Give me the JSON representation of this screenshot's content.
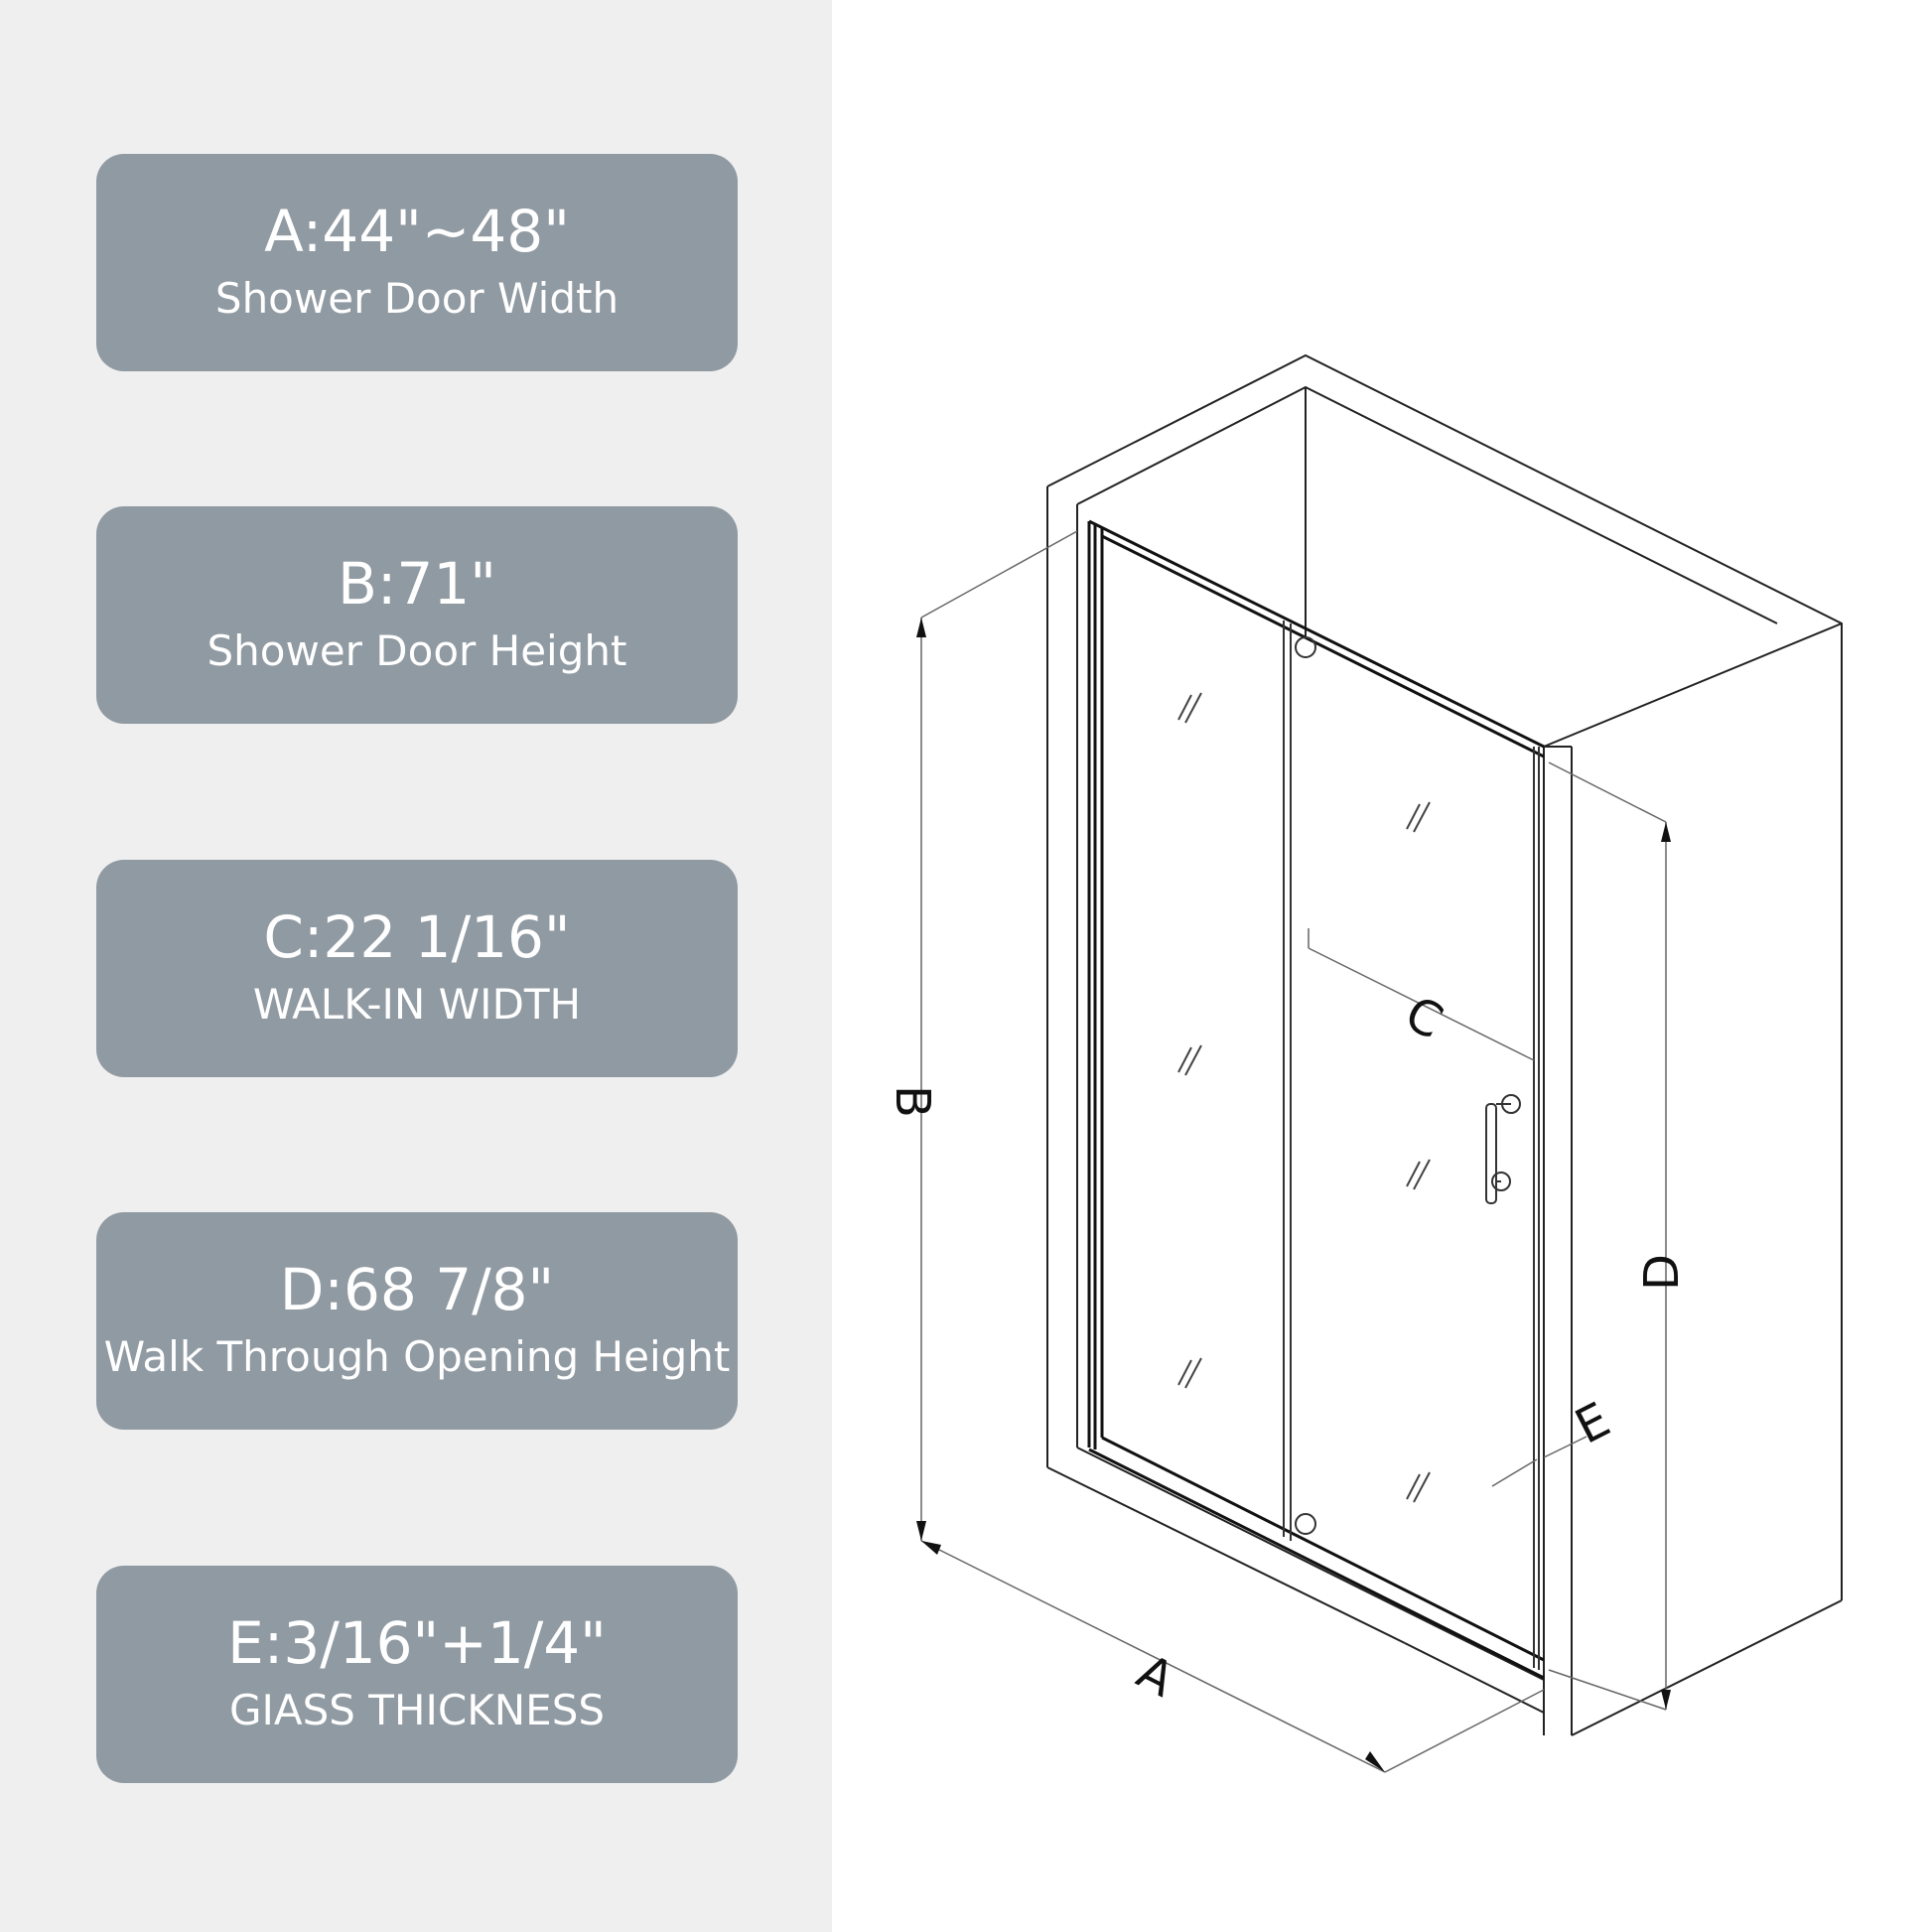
{
  "specs": [
    {
      "value": "A:44\"~48\"",
      "label": "Shower Door Width"
    },
    {
      "value": "B:71\"",
      "label": "Shower Door Height"
    },
    {
      "value": "C:22 1/16\"",
      "label": "WALK-IN WIDTH"
    },
    {
      "value": "D:68 7/8\"",
      "label": "Walk Through Opening Height"
    },
    {
      "value": "E:3/16\"+1/4\"",
      "label": "GIASS THICKNESS"
    }
  ],
  "diagram": {
    "labels": {
      "a": "A",
      "b": "B",
      "c": "C",
      "d": "D",
      "e": "E"
    }
  },
  "colors": {
    "panel_bg": "#efefef",
    "card_bg": "#909aa2",
    "card_text": "#ffffff",
    "line": "#222222"
  }
}
